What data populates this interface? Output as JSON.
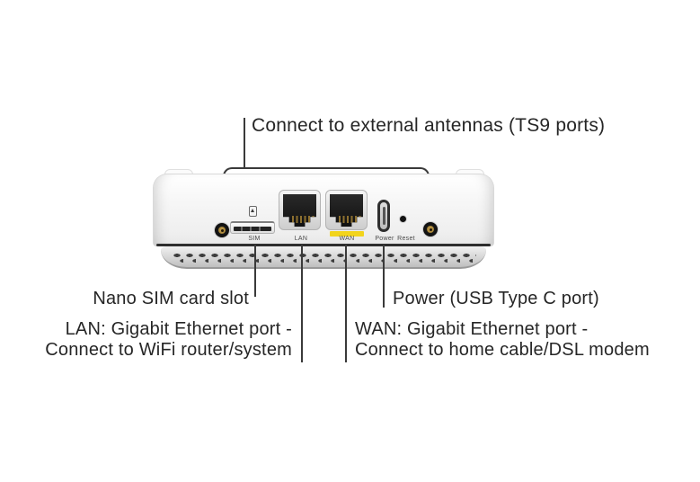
{
  "callouts": {
    "antennas": "Connect to external antennas (TS9 ports)",
    "nano_sim": "Nano SIM card slot",
    "power": "Power (USB Type C port)",
    "lan_line1": "LAN: Gigabit Ethernet port -",
    "lan_line2": "Connect to WiFi router/system",
    "wan_line1": "WAN: Gigabit Ethernet port -",
    "wan_line2": "Connect to home cable/DSL modem"
  },
  "device": {
    "port_labels": {
      "sim": "SIM",
      "lan": "LAN",
      "wan": "WAN",
      "power": "Power",
      "reset": "Reset"
    },
    "colors": {
      "wan_accent_yellow": "#f2d41c",
      "ts9_gold": "#a8873a",
      "callout_text": "#262626",
      "leader_line": "#3a3a3a",
      "port_label_text": "#4b4b4b",
      "body_white": "#f5f5f5"
    }
  }
}
